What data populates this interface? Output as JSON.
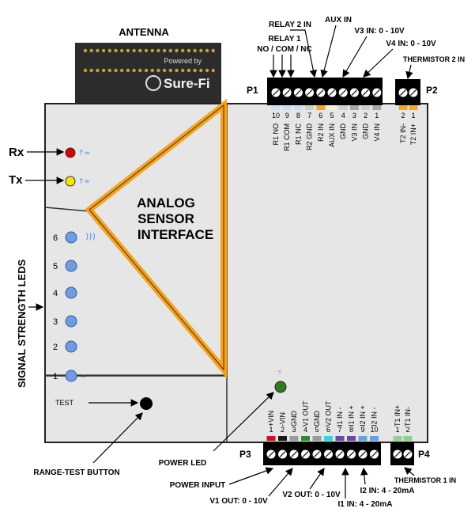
{
  "antenna": {
    "label": "ANTENNA",
    "powered_by": "Powered by",
    "brand": "Sure-Fi"
  },
  "indicators": {
    "rx": "Rx",
    "tx": "Tx"
  },
  "board": {
    "title": [
      "ANALOG",
      "SENSOR",
      "INTERFACE"
    ]
  },
  "p1": {
    "label": "P1",
    "pins": [
      "10",
      "9",
      "8",
      "7",
      "6",
      "5",
      "4",
      "3",
      "2",
      "1"
    ],
    "signals": [
      "R1 NO",
      "R1 COM",
      "R1 NC",
      "R2 GND",
      "R2 IN",
      "AUX IN",
      "GND",
      "V3 IN",
      "GND",
      "V4 IN"
    ]
  },
  "p2": {
    "label": "P2",
    "pins": [
      "2",
      "1"
    ],
    "signals": [
      "T2 IN-",
      "T2 IN+"
    ]
  },
  "p3": {
    "label": "P3",
    "pins": [
      "1",
      "2",
      "3",
      "4",
      "5",
      "6",
      "7",
      "8",
      "9",
      "10"
    ],
    "signals": [
      "+VIN",
      "-VIN",
      "GND",
      "V1 OUT",
      "GND",
      "V2 OUT",
      "I1 IN -",
      "I1 IN +",
      "I2 IN +",
      "I2 IN -"
    ]
  },
  "p4": {
    "label": "P4",
    "pins": [
      "1",
      "2"
    ],
    "signals": [
      "T1 IN+",
      "T1 IN-"
    ]
  },
  "top_callouts": {
    "relay1": [
      "RELAY 1",
      "NO / COM / NC"
    ],
    "relay2": "RELAY 2 IN",
    "aux": "AUX IN",
    "v3": "V3 IN: 0 - 10V",
    "v4": "V4 IN: 0 - 10V",
    "therm2": "THERMISTOR 2 IN"
  },
  "signal_leds": {
    "title": "SIGNAL STRENGTH LEDS",
    "numbers": [
      "6",
      "5",
      "4",
      "3",
      "2",
      "1"
    ]
  },
  "test": {
    "label": "TEST",
    "callout": "RANGE-TEST BUTTON"
  },
  "bottom_callouts": {
    "power_led": "POWER LED",
    "power_input": "POWER INPUT",
    "v1": "V1 OUT: 0 - 10V",
    "v2": "V2 OUT: 0 - 10V",
    "i1": "I1 IN: 4 - 20mA",
    "i2": "I2 IN: 4 - 20mA",
    "therm1": "THERMISTOR 1 IN"
  },
  "colors": {
    "accent": "#f7a11b",
    "board": "#e6e6e6",
    "led_blue": "#6f9be0",
    "rx_led": "#d90000",
    "tx_led": "#f5e600",
    "power_led": "#2f7a1f"
  }
}
